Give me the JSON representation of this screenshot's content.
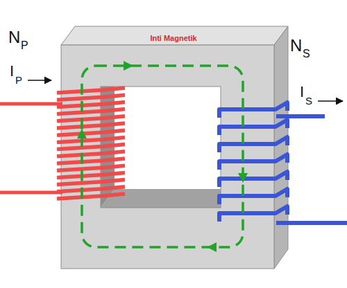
{
  "diagram": {
    "labels": [
      "N",
      "P",
      "Inti Magnetik",
      "N",
      "S",
      "I",
      "P",
      "I",
      "S"
    ]
  }
}
